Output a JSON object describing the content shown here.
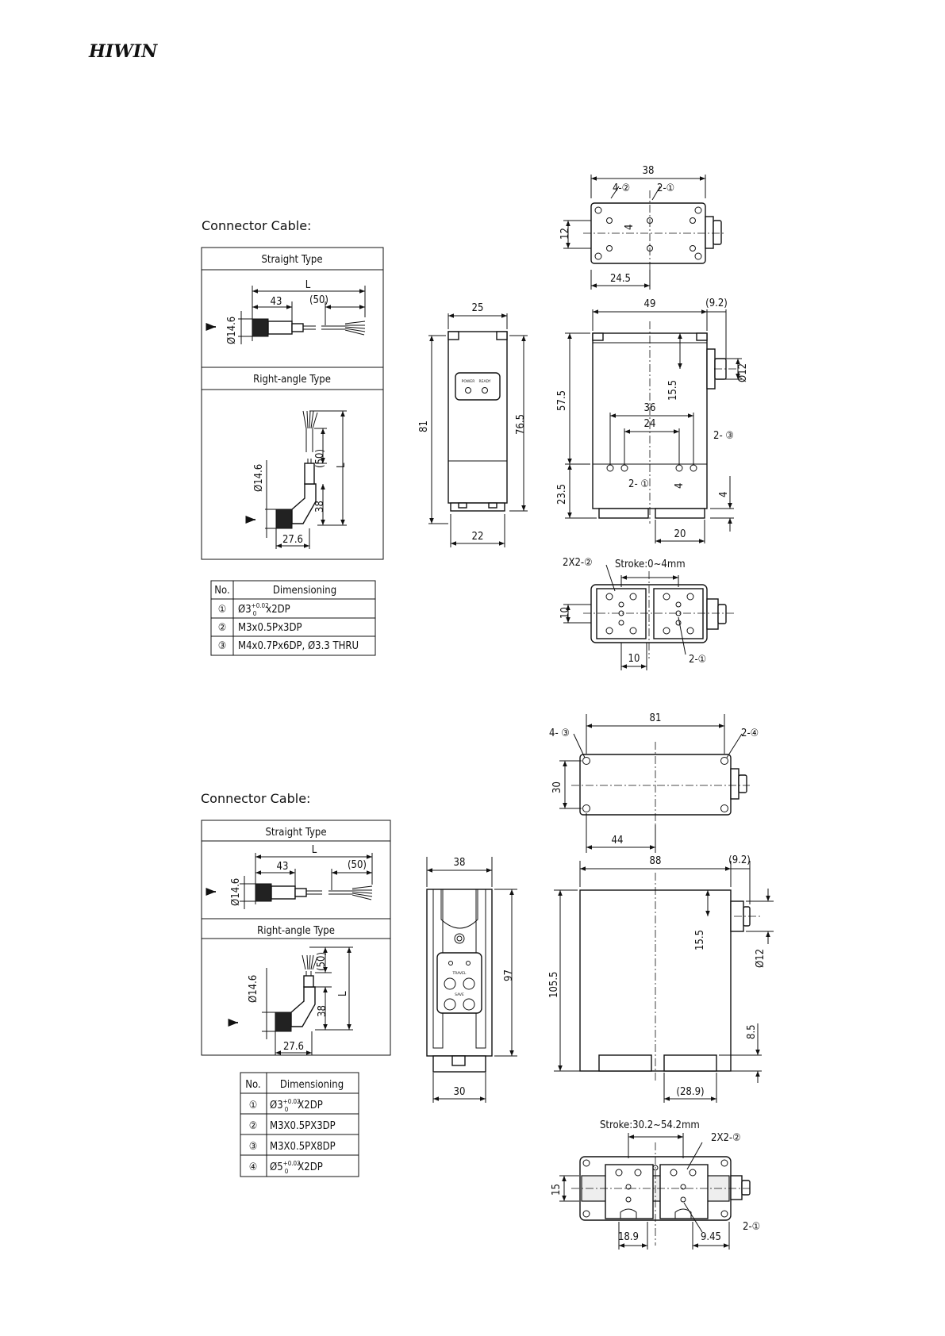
{
  "brand": "HIWIN",
  "model_a": {
    "connector_heading": "Connector Cable:",
    "straight_type_label": "Straight Type",
    "right_angle_type_label": "Right-angle Type",
    "cable_dims": {
      "L": "L",
      "d43": "43",
      "d50": "(50)",
      "dia": "Ø14.6",
      "r50": "(50)",
      "r38": "38",
      "r27": "27.6",
      "rL": "L",
      "rdia": "Ø14.6"
    },
    "table": {
      "col_no": "No.",
      "col_dim": "Dimensioning",
      "rows": [
        {
          "no": "①",
          "dim": "Ø3",
          "sup": "+0.02",
          "sub": "0",
          "tail": "x2DP"
        },
        {
          "no": "②",
          "dim": "M3x0.5Px3DP"
        },
        {
          "no": "③",
          "dim": "M4x0.7Px6DP, Ø3.3 THRU"
        }
      ]
    },
    "top_view": {
      "w38": "38",
      "c1": "4-②",
      "c2": "2-①",
      "h12": "12",
      "v4": "4",
      "w24_5": "24.5"
    },
    "front_view": {
      "w25": "25",
      "h81": "81",
      "h76_5": "76.5",
      "w22": "22",
      "led1": "POWER",
      "led2": "READY"
    },
    "side_view": {
      "w49": "49",
      "w9_2": "(9.2)",
      "h57_5": "57.5",
      "h23_5": "23.5",
      "h15_5": "15.5",
      "d12": "Ø12",
      "w36": "36",
      "w24": "24",
      "c3": "2- ③",
      "c1": "2- ①",
      "v4a": "4",
      "v4b": "4",
      "w20": "20"
    },
    "bottom_view": {
      "c2": "2X2-②",
      "stroke": "Stroke:0~4mm",
      "h10": "10",
      "w10": "10",
      "c1": "2-①"
    }
  },
  "model_b": {
    "connector_heading": "Connector Cable:",
    "straight_type_label": "Straight Type",
    "right_angle_type_label": "Right-angle Type",
    "cable_dims": {
      "L": "L",
      "d43": "43",
      "d50": "(50)",
      "dia": "Ø14.6",
      "r50": "(50)",
      "r38": "38",
      "r27": "27.6",
      "rL": "L",
      "rdia": "Ø14.6"
    },
    "table": {
      "col_no": "No.",
      "col_dim": "Dimensioning",
      "rows": [
        {
          "no": "①",
          "dim": "Ø3",
          "sup": "+0.02",
          "sub": "0",
          "tail": "X2DP"
        },
        {
          "no": "②",
          "dim": "M3X0.5PX3DP"
        },
        {
          "no": "③",
          "dim": "M3X0.5PX8DP"
        },
        {
          "no": "④",
          "dim": "Ø5",
          "sup": "+0.02",
          "sub": "0",
          "tail": "X2DP"
        }
      ]
    },
    "top_view": {
      "w81": "81",
      "c3": "4- ③",
      "c4": "2-④",
      "h30": "30",
      "w44": "44"
    },
    "front_view": {
      "w38": "38",
      "h97": "97",
      "w30": "30",
      "travel": "TRAVEL",
      "save": "SAVE"
    },
    "side_view": {
      "w88": "88",
      "w9_2": "(9.2)",
      "h105_5": "105.5",
      "h15_5": "15.5",
      "d12": "Ø12",
      "h8_5": "8.5",
      "w28_9": "(28.9)"
    },
    "bottom_view": {
      "stroke": "Stroke:30.2~54.2mm",
      "c2": "2X2-②",
      "h15": "15",
      "w18_9": "18.9",
      "w9_45": "9.45",
      "c1": "2-①"
    }
  }
}
